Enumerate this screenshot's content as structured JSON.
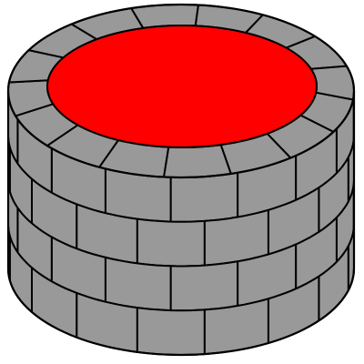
{
  "figure": {
    "shape": "cylindrical-brick-well",
    "colors": {
      "background": "#ffffff",
      "wall": "#999999",
      "top_fill": "#ff0000",
      "outline": "#000000"
    },
    "brick_rows": 4,
    "bricks_per_ring": 16
  }
}
